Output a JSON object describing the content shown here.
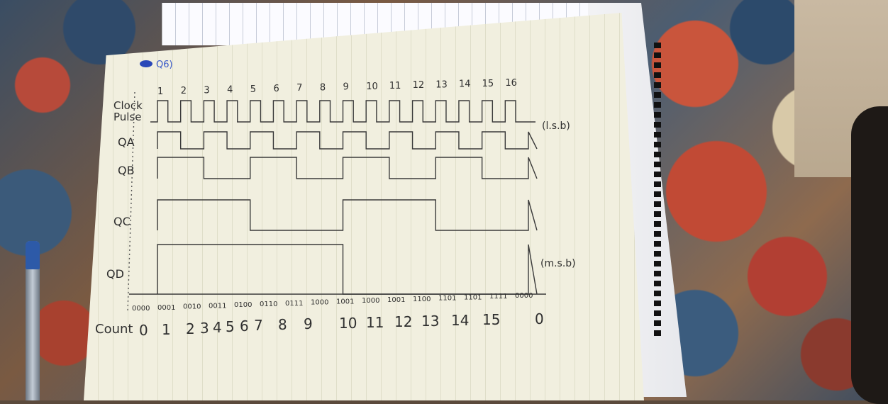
{
  "question_label": "Q6)",
  "row_labels": {
    "clock": "Clock",
    "pulse": "Pulse",
    "qa": "QA",
    "qb": "QB",
    "qc": "QC",
    "qd": "QD",
    "count": "Count"
  },
  "lsb_note": "(l.s.b)",
  "msb_note": "(m.s.b)",
  "pulse_numbers": [
    "1",
    "2",
    "3",
    "4",
    "5",
    "6",
    "7",
    "8",
    "9",
    "10",
    "11",
    "12",
    "13",
    "14",
    "15",
    "16"
  ],
  "binary_states": [
    "0000",
    "0001",
    "0010",
    "0011",
    "0100",
    "0110",
    "0111",
    "1000",
    "1001",
    "1000",
    "1001",
    "1100",
    "1101",
    "1101",
    "1111",
    "0000"
  ],
  "count_values": [
    "0",
    "1",
    "2",
    "3",
    "4",
    "5",
    "6",
    "7",
    "8",
    "9",
    "10",
    "11",
    "12",
    "13",
    "14",
    "15",
    "0"
  ]
}
